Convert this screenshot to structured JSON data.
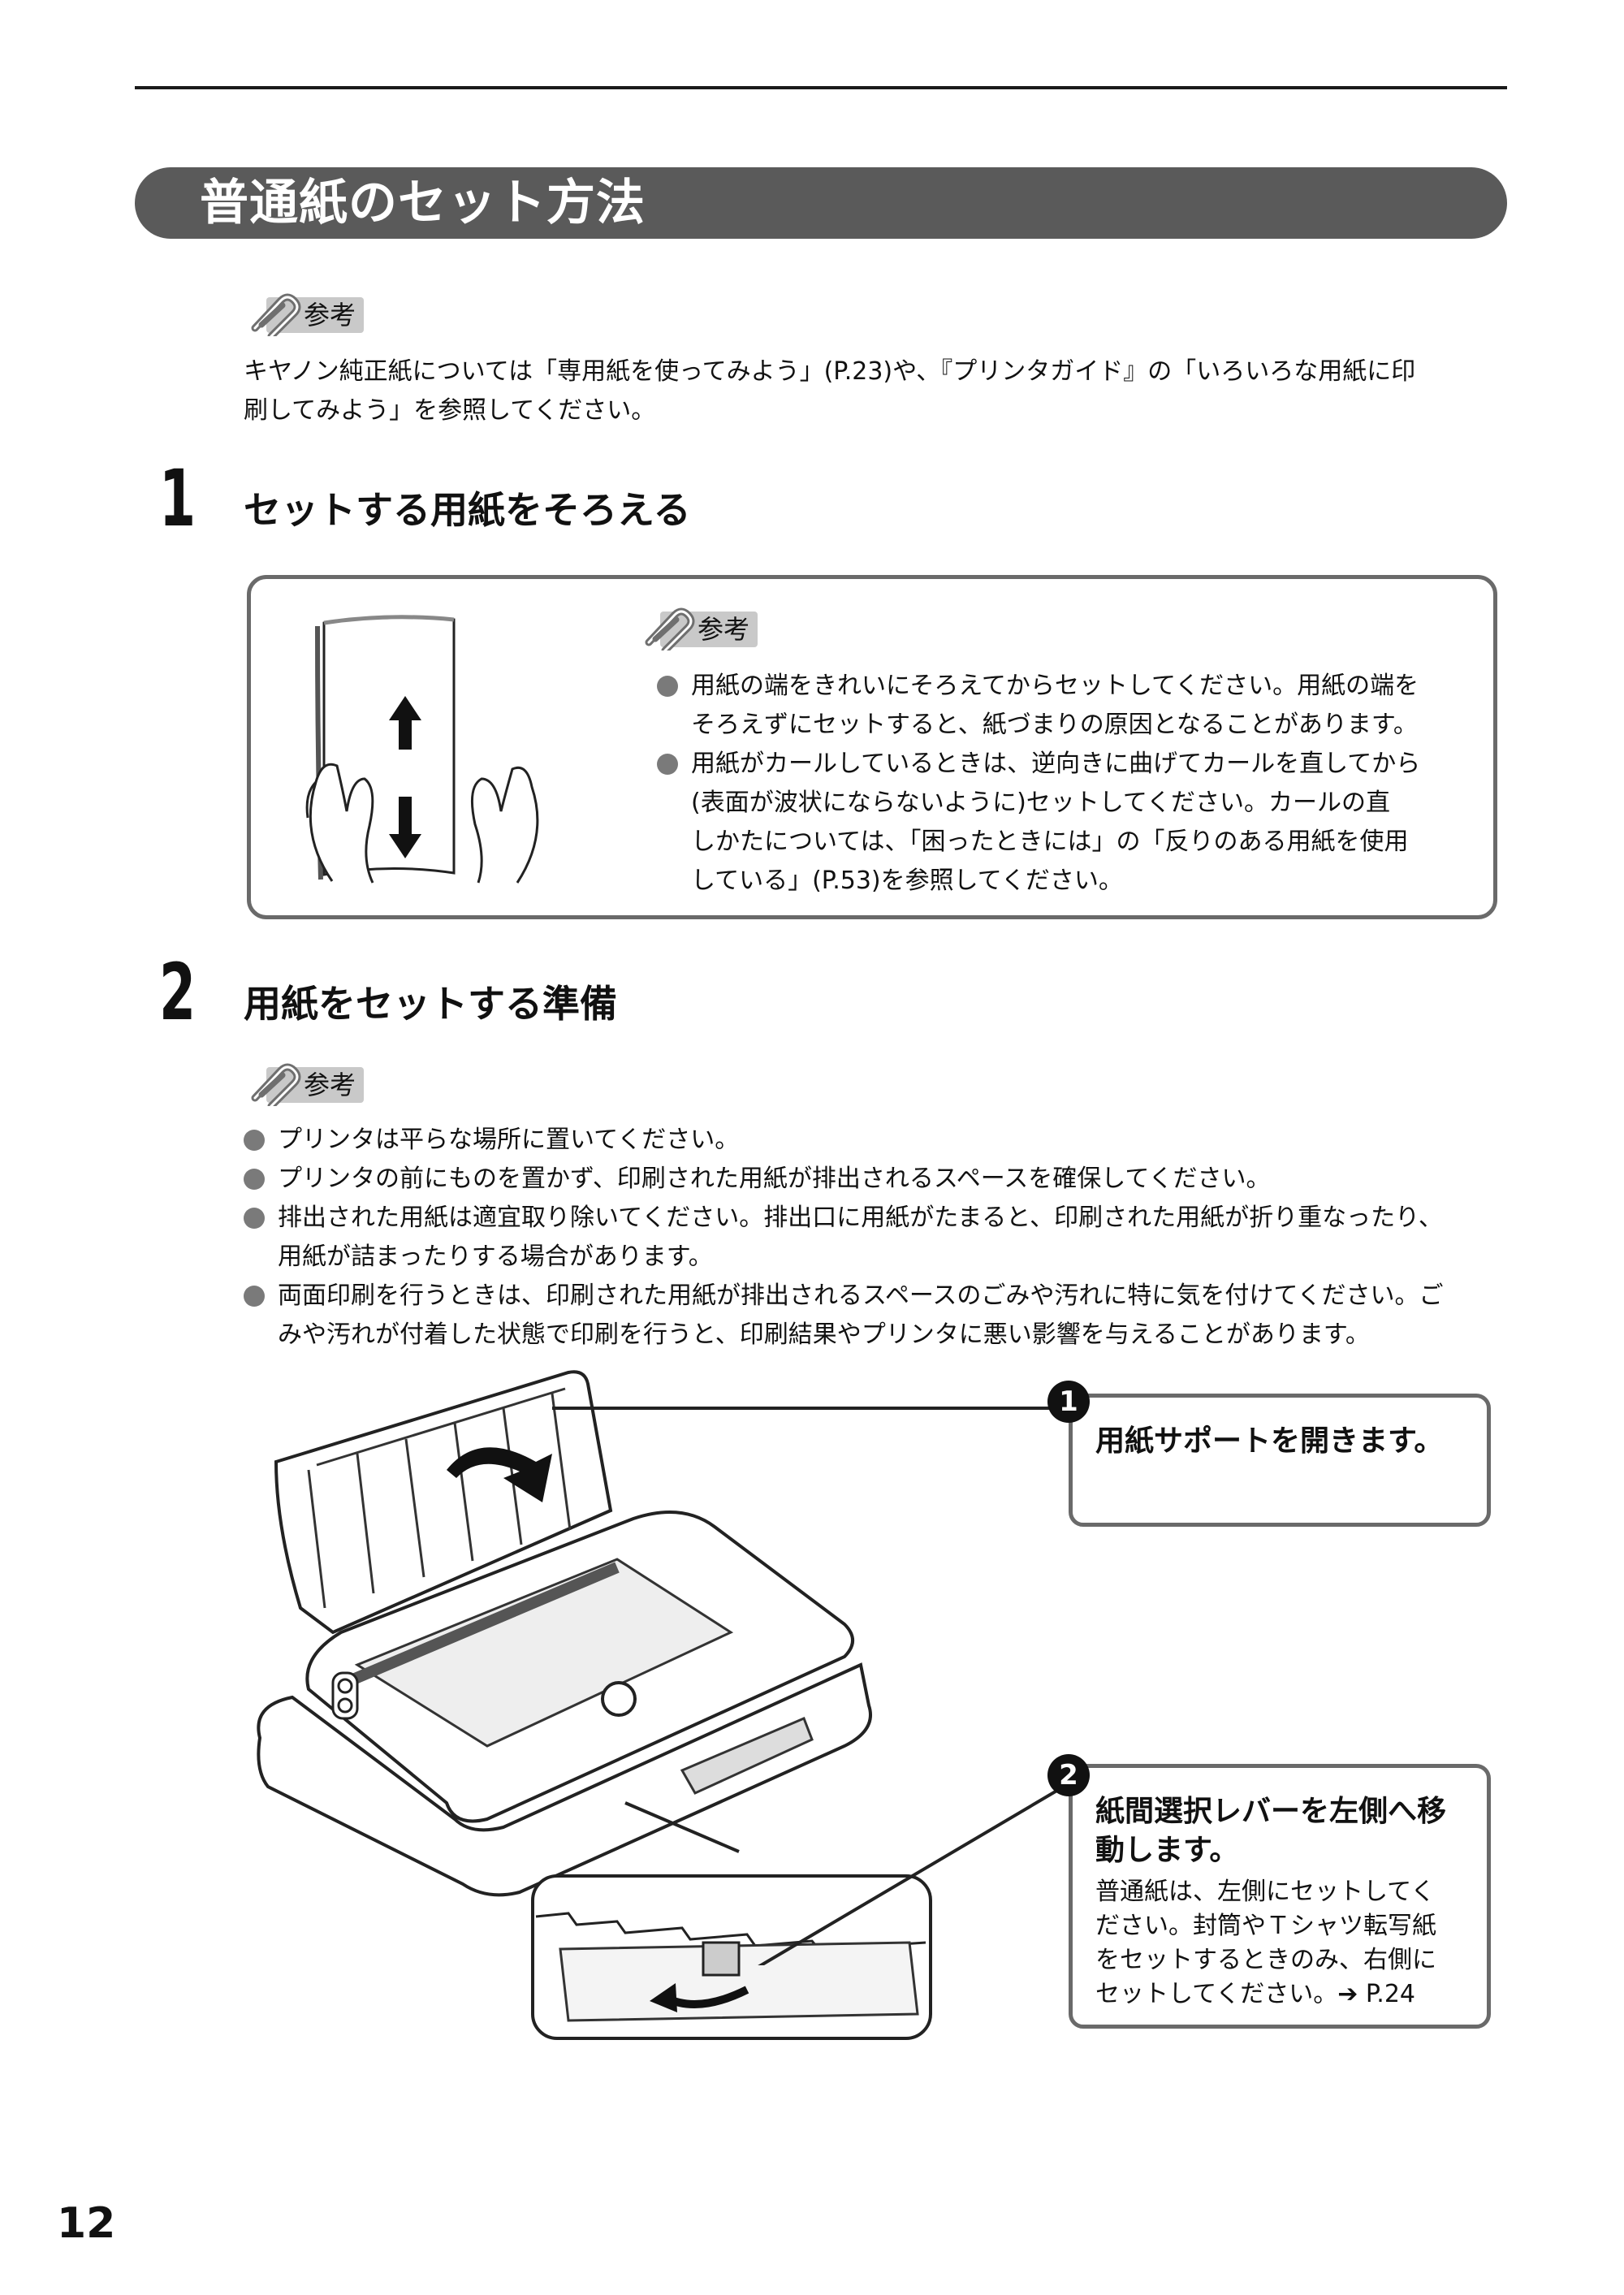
{
  "section_title": "普通紙のセット方法",
  "ref_label": "参考",
  "intro_note": {
    "line1": "キヤノン純正紙については「専用紙を使ってみよう」(P.23)や、『プリンタガイド』の「いろいろな用紙に印",
    "line2": "刷してみよう」を参照してください。"
  },
  "step1": {
    "number": "1",
    "title": "セットする用紙をそろえる",
    "notes": [
      [
        "用紙の端をきれいにそろえてからセットしてください。用紙の端を",
        "そろえずにセットすると、紙づまりの原因となることがあります。"
      ],
      [
        "用紙がカールしているときは、逆向きに曲げてカールを直してから",
        "(表面が波状にならないように)セットしてください。カールの直",
        "しかたについては、「困ったときには」の「反りのある用紙を使用",
        "している」(P.53)を参照してください。"
      ]
    ]
  },
  "step2": {
    "number": "2",
    "title": "用紙をセットする準備",
    "notes": [
      [
        "プリンタは平らな場所に置いてください。"
      ],
      [
        "プリンタの前にものを置かず、印刷された用紙が排出されるスペースを確保してください。"
      ],
      [
        "排出された用紙は適宜取り除いてください。排出口に用紙がたまると、印刷された用紙が折り重なったり、",
        "用紙が詰まったりする場合があります。"
      ],
      [
        "両面印刷を行うときは、印刷された用紙が排出されるスペースのごみや汚れに特に気を付けてください。ご",
        "みや汚れが付着した状態で印刷を行うと、印刷結果やプリンタに悪い影響を与えることがあります。"
      ]
    ]
  },
  "callout1": {
    "number": "1",
    "head": "用紙サポートを開きます。"
  },
  "callout2": {
    "number": "2",
    "head1": "紙間選択レバーを左側へ移",
    "head2": "動します。",
    "body": [
      "普通紙は、左側にセットしてく",
      "ださい。封筒やＴシャツ転写紙",
      "をセットするときのみ、右側に",
      "セットしてください。➔ P.24"
    ]
  },
  "page_number": "12"
}
